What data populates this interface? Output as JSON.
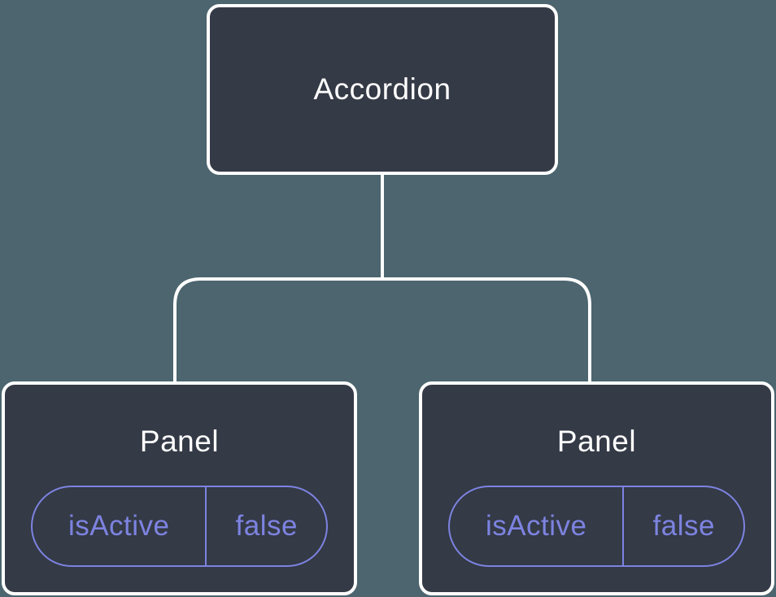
{
  "colors": {
    "background": "#4c656f",
    "node-fill": "#343a46",
    "node-border": "#ffffff",
    "node-text": "#ffffff",
    "connector": "#ffffff",
    "state-accent": "#7d83e0"
  },
  "diagram": {
    "type": "component-tree",
    "root": {
      "label": "Accordion"
    },
    "children": [
      {
        "label": "Panel",
        "state": {
          "key": "isActive",
          "value": "false"
        }
      },
      {
        "label": "Panel",
        "state": {
          "key": "isActive",
          "value": "false"
        }
      }
    ]
  }
}
